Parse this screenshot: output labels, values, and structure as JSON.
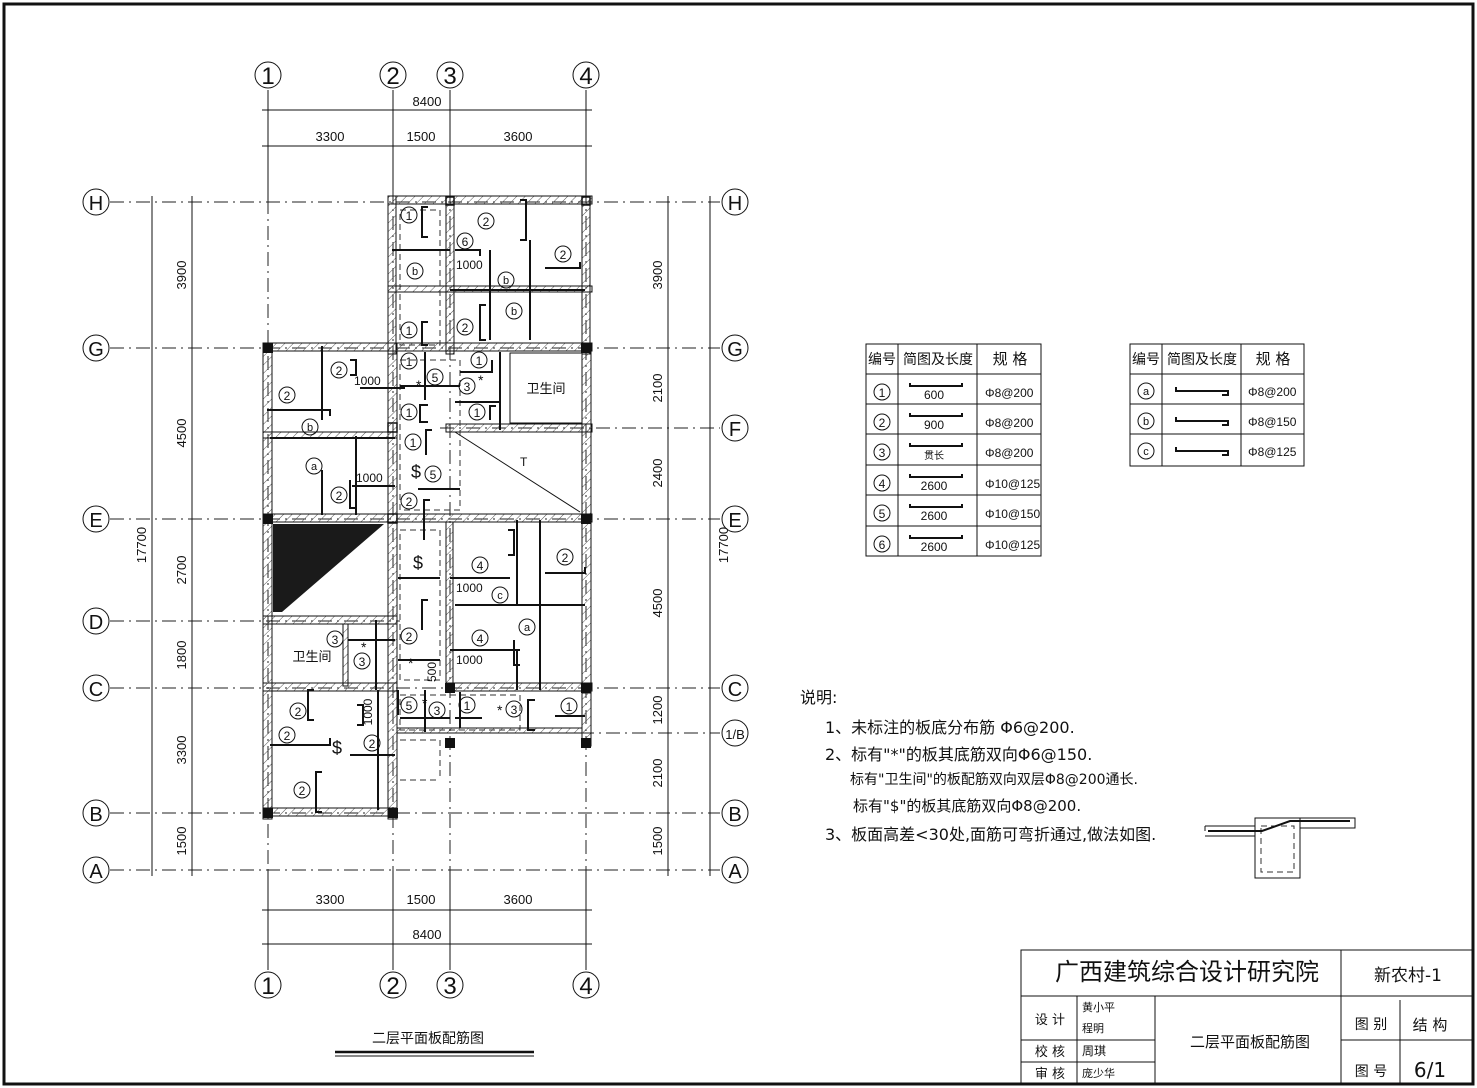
{
  "drawing_title": "二层平面板配筋图",
  "axes_vertical": [
    "1",
    "2",
    "3",
    "4"
  ],
  "axes_horizontal": [
    "H",
    "G",
    "F",
    "E",
    "D",
    "C",
    "1/B",
    "B",
    "A"
  ],
  "dims_top_total": "8400",
  "dims_top_parts": [
    "3300",
    "1500",
    "3600"
  ],
  "dims_bottom_parts": [
    "3300",
    "1500",
    "3600"
  ],
  "dims_bottom_total": "8400",
  "dims_left": [
    "3900",
    "4500",
    "2700",
    "1800",
    "3300",
    "1500"
  ],
  "dims_left_total": "17700",
  "dims_right": [
    "3900",
    "2100",
    "2400",
    "4500",
    "1200",
    "2100",
    "1500"
  ],
  "dims_right_total": "17700",
  "room_labels": {
    "bath1": "卫生间",
    "bath2": "卫生间"
  },
  "plan_marks": {
    "m1000_a": "1000",
    "m1000_b": "1000",
    "m1000_c": "1000",
    "m1000_d": "1000",
    "m1000_e": "1000",
    "m1000_f": "1000",
    "m500": "500",
    "star": "*",
    "dollar": "$",
    "tee": "T"
  },
  "table1": {
    "headers": [
      "编号",
      "简图及长度",
      "规 格"
    ],
    "rows": [
      {
        "no": "1",
        "len": "600",
        "spec": "Φ8@200"
      },
      {
        "no": "2",
        "len": "900",
        "spec": "Φ8@200"
      },
      {
        "no": "3",
        "len": "贯长",
        "spec": "Φ8@200"
      },
      {
        "no": "4",
        "len": "2600",
        "spec": "Φ10@125"
      },
      {
        "no": "5",
        "len": "2600",
        "spec": "Φ10@150"
      },
      {
        "no": "6",
        "len": "2600",
        "spec": "Φ10@125"
      }
    ]
  },
  "table2": {
    "headers": [
      "编号",
      "简图及长度",
      "规 格"
    ],
    "rows": [
      {
        "no": "a",
        "spec": "Φ8@200"
      },
      {
        "no": "b",
        "spec": "Φ8@150"
      },
      {
        "no": "c",
        "spec": "Φ8@125"
      }
    ]
  },
  "notes": {
    "heading": "说明:",
    "n1": "1、未标注的板底分布筋  Φ6@200.",
    "n2": "2、标有\"*\"的板其底筋双向Φ6@150.",
    "n2b": "标有\"卫生间\"的板配筋双向双层Φ8@200通长.",
    "n2c": "标有\"$\"的板其底筋双向Φ8@200.",
    "n3": "3、板面高差<30处,面筋可弯折通过,做法如图."
  },
  "title_block": {
    "institute": "广西建筑综合设计研究院",
    "project": "新农村-1",
    "design_label": "设  计",
    "designer1": "黄小平",
    "designer2": "程明",
    "check_label": "校  核",
    "checker": "周琪",
    "review_label": "审  核",
    "reviewer": "庞少华",
    "drawing_name": "二层平面板配筋图",
    "category_label": "图  别",
    "category": "结 构",
    "number_label": "图  号",
    "number": "6/1"
  }
}
